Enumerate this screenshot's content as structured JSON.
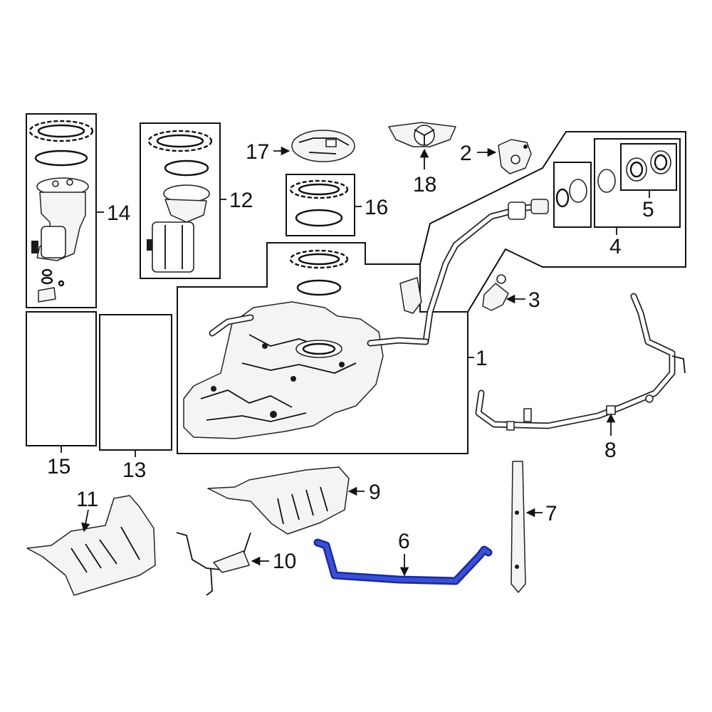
{
  "diagram": {
    "accent_color": "#2f3fbf",
    "highlighted_part": "6",
    "callouts": {
      "c1": "1",
      "c2": "2",
      "c3": "3",
      "c4": "4",
      "c5": "5",
      "c6": "6",
      "c7": "7",
      "c8": "8",
      "c9": "9",
      "c10": "10",
      "c11": "11",
      "c12": "12",
      "c13": "13",
      "c14": "14",
      "c15": "15",
      "c16": "16",
      "c17": "17",
      "c18": "18"
    }
  }
}
